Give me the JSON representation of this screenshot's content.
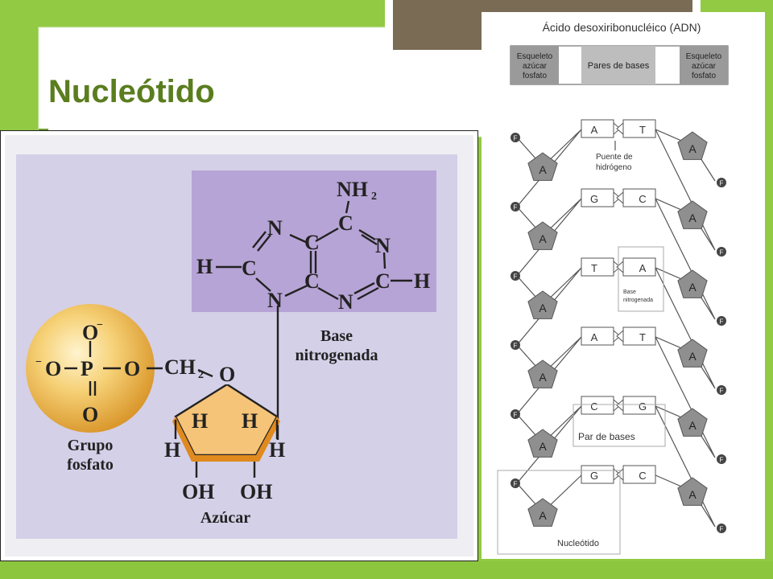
{
  "slide": {
    "title": "Nucleótido"
  },
  "nucleotide_figure": {
    "atoms": {
      "nh2": "NH",
      "nh2_sub": "2",
      "n_top": "N",
      "c_top": "C",
      "n_right": "N",
      "c_mid": "C",
      "h_left": "H",
      "c_left": "C",
      "c_low": "C",
      "c_right": "C",
      "h_right": "H",
      "n_bottom_left": "N",
      "n_bottom": "N",
      "o_minus_top": "O",
      "o_minus_left": "O",
      "p": "P",
      "o_link": "O",
      "o_bottom": "O",
      "ch2": "CH",
      "ch2_sub": "2",
      "o_ring": "O",
      "h_ring_1": "H",
      "h_ring_2": "H",
      "h_ring_left": "H",
      "h_ring_right": "H",
      "oh_1": "OH",
      "oh_2": "OH",
      "minus": "−"
    },
    "labels": {
      "base_line1": "Base",
      "base_line2": "nitrogenada",
      "phosphate_line1": "Grupo",
      "phosphate_line2": "fosfato",
      "sugar": "Azúcar"
    }
  },
  "dna_figure": {
    "title": "Ácido desoxiribonucléico (ADN)",
    "header": {
      "left_line1": "Esqueleto",
      "left_line2": "azúcar",
      "left_line3": "fosfato",
      "middle": "Pares de bases",
      "right_line1": "Esqueleto",
      "right_line2": "azúcar",
      "right_line3": "fosfato"
    },
    "phosphate_symbol": "F",
    "sugar_symbol": "A",
    "pairs": [
      {
        "left": "A",
        "right": "T"
      },
      {
        "left": "G",
        "right": "C"
      },
      {
        "left": "T",
        "right": "A"
      },
      {
        "left": "A",
        "right": "T"
      },
      {
        "left": "C",
        "right": "G"
      },
      {
        "left": "G",
        "right": "C"
      }
    ],
    "annotations": {
      "hydrogen_bond_line1": "Puente de",
      "hydrogen_bond_line2": "hidrógeno",
      "base_line1": "Base",
      "base_line2": "nitrogenada",
      "base_pair": "Par de bases",
      "nucleotide": "Nucleótido"
    }
  },
  "colors": {
    "background_green": "#8cc63f",
    "title_green": "#5a7d1e",
    "figure_lavender": "#d4d0e8",
    "base_box": "#b7a4d6",
    "phosphate_sphere": "#f2c25c",
    "sugar_ring": "#f6c478",
    "dna_gray": "#8f8f8f"
  }
}
